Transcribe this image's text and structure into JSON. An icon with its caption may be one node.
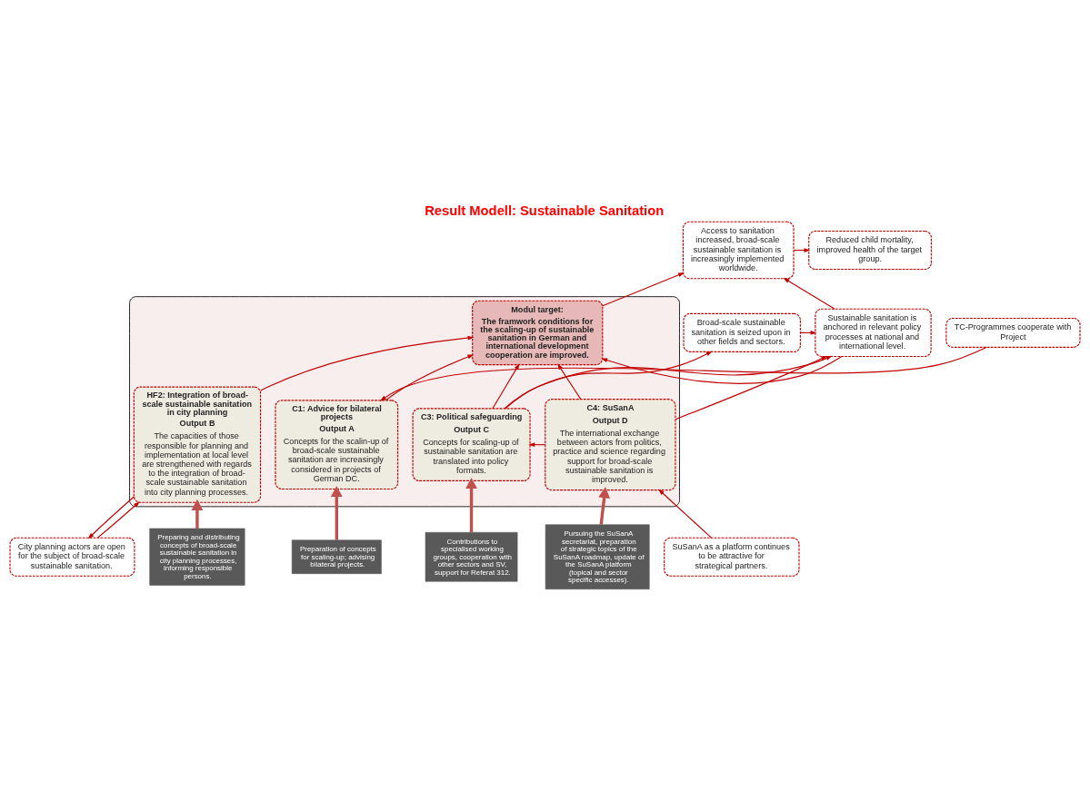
{
  "diagram": {
    "title": "Result Modell: Sustainable Sanitation",
    "nodes": [
      {
        "text": [],
        "shape": "ellipse"
      },
      {
        "text": [
          "Sustainable sanitation is anchored in relevant policy processes at national and international level."
        ]
      },
      {
        "text": [
          "Access to sanitation increased, broad-scale sustainable sanitation is increasingly implemented worldwide."
        ]
      },
      {
        "text": [
          "Reduced child mortality, improved health of the target group."
        ]
      },
      {
        "text": [
          "Broad-scale sustainable sanitation is seized upon in other fields and sectors."
        ]
      },
      {
        "text": [
          "Modul target:",
          "The framwork conditions for the scaling-up of sustainable sanitation in German and international development cooperation are improved."
        ],
        "in": 0
      },
      {
        "text": [
          "TC-Programmes cooperate with Project"
        ]
      },
      {
        "text": [
          "C3: Political safeguarding",
          "Output C",
          "Concepts for scaling-up of sustainable sanitation are translated into policy formats."
        ],
        "in": 0
      },
      {
        "text": [
          "C4: SuSanA",
          "Output D",
          "The international exchange between actors from politics, practice and science regarding support for broad-scale sustainable sanitation is improved."
        ],
        "in": 0
      },
      {
        "text": [
          "HF2: Integration of broad-scale sustainable sanitation in city planning",
          "Output B",
          "The capacities of those responsible for planning and implementation at local level are strengthened with regards to the integration of broad-scale sustainable sanitation into city planning processes."
        ],
        "in": 0
      },
      {
        "text": [
          "C1: Advice for bilateral projects",
          "Output A",
          "Concepts for the scalin-up of broad-scale sustainable sanitation are increasingly considered in projects of German DC."
        ],
        "in": 0
      },
      {
        "text": [
          "Contributions to specialised working groups, cooperation with other sectors and SV, support for Referat 312."
        ]
      },
      {
        "text": [
          "Pursuing the SuSanA secretariat, preparation of strategic topics of the SuSanA roadmap, update of the SuSanA platform (topical and sector specific accesses)."
        ]
      },
      {
        "text": [
          "Preparing and distributing concepts of broad-scale sustainable sanitation in city planning processes, informing responsible persons."
        ]
      },
      {
        "text": [
          "Preparation of concepts for scaling-up; advising bilateral projects."
        ]
      },
      {
        "text": [
          "SuSanA as a platform continues to be attractive for strategical partners."
        ]
      },
      {
        "text": [
          "City planning actors are open for the subject of broad-scale sustainable sanitation."
        ]
      }
    ],
    "edges": [
      {
        "from": 4,
        "to": 1,
        "arrow": "to"
      },
      {
        "from": 1,
        "to": 2,
        "arrow": "to"
      },
      {
        "from": 1,
        "to": 5,
        "arrow": "to"
      },
      {
        "from": 5,
        "to": 2,
        "arrow": "to"
      },
      {
        "from": 2,
        "to": 3,
        "arrow": "to"
      },
      {
        "from": 7,
        "to": 4,
        "arrow": "to"
      },
      {
        "from": 7,
        "to": 1,
        "arrow": "to"
      },
      {
        "from": 7,
        "to": 5,
        "arrow": "to"
      },
      {
        "from": 8,
        "to": 1,
        "arrow": "to"
      },
      {
        "from": 8,
        "to": 7,
        "arrow": "to"
      },
      {
        "from": 8,
        "to": 5,
        "arrow": "to"
      },
      {
        "from": 9,
        "to": 5,
        "arrow": "to"
      },
      {
        "from": 10,
        "to": 5,
        "arrow": "to"
      },
      {
        "from": 6,
        "to": 10,
        "arrow": "to"
      },
      {
        "from": 15,
        "to": 8,
        "arrow": "to"
      },
      {
        "from": 9,
        "to": 16,
        "arrow": "to"
      },
      {
        "from": 16,
        "to": 9,
        "arrow": "to"
      },
      {
        "from": 11,
        "to": 7,
        "arrow": "to",
        "style": "thick",
        "color": "#c0504d"
      },
      {
        "from": 12,
        "to": 8,
        "arrow": "to",
        "style": "thick",
        "color": "#c0504d"
      },
      {
        "from": 13,
        "to": 9,
        "arrow": "to",
        "style": "thick",
        "color": "#c0504d"
      },
      {
        "from": 14,
        "to": 10,
        "arrow": "to",
        "style": "thick",
        "color": "#c0504d"
      }
    ]
  }
}
